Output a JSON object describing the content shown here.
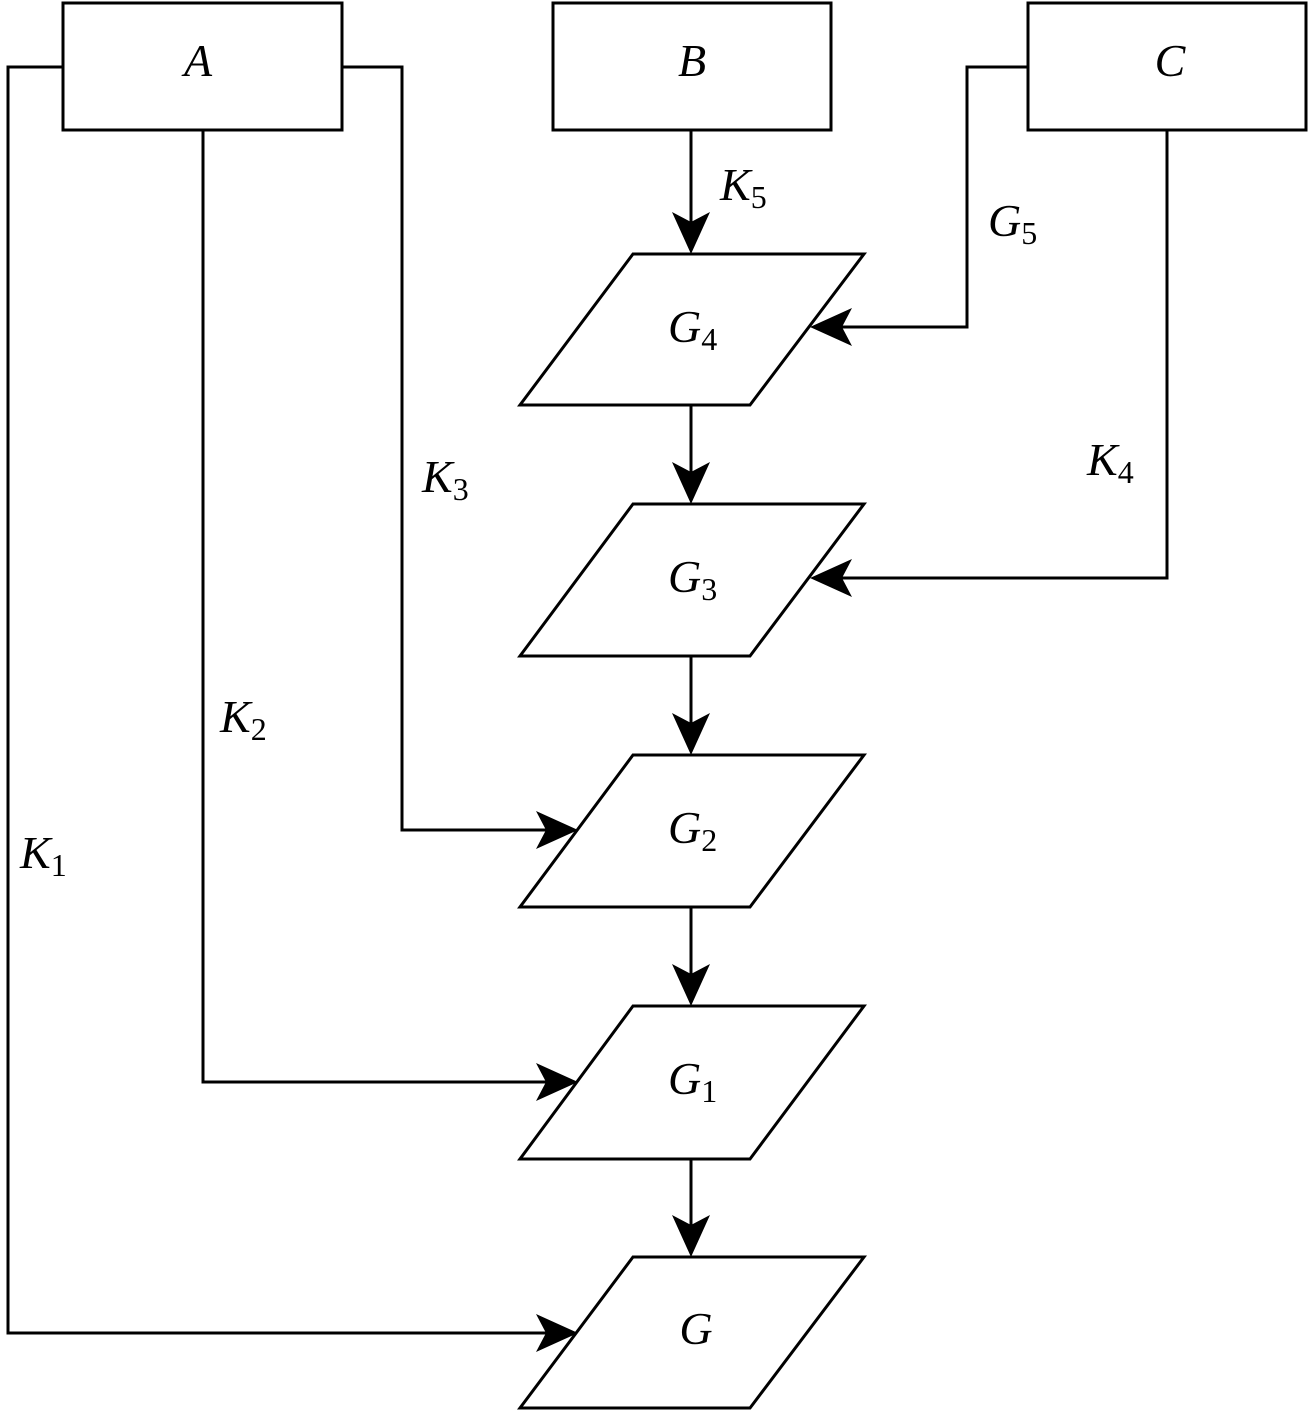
{
  "nodes": {
    "a": {
      "label": "A"
    },
    "b": {
      "label": "B"
    },
    "c": {
      "label": "C"
    },
    "g4": {
      "label": "G",
      "sub": "4"
    },
    "g3": {
      "label": "G",
      "sub": "3"
    },
    "g2": {
      "label": "G",
      "sub": "2"
    },
    "g1": {
      "label": "G",
      "sub": "1"
    },
    "g": {
      "label": "G"
    }
  },
  "edges": {
    "k5": {
      "label": "K",
      "sub": "5"
    },
    "g5": {
      "label": "G",
      "sub": "5"
    },
    "k4": {
      "label": "K",
      "sub": "4"
    },
    "k3": {
      "label": "K",
      "sub": "3"
    },
    "k2": {
      "label": "K",
      "sub": "2"
    },
    "k1": {
      "label": "K",
      "sub": "1"
    }
  }
}
